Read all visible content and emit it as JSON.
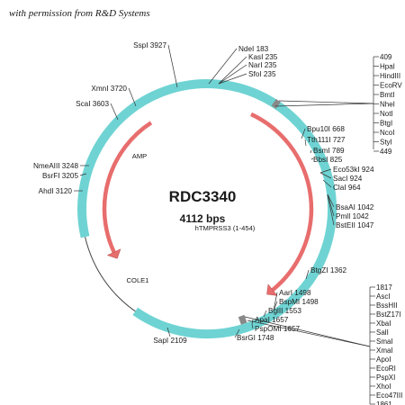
{
  "credit": "with permission from R&D Systems",
  "plasmid": {
    "name": "RDC3340",
    "size": "4112 bps",
    "features": [
      {
        "label": "AMP",
        "type": "arrow",
        "color": "#e86d6d"
      },
      {
        "label": "hTMPRSS3 (1-454)",
        "type": "arrow",
        "color": "#e86d6d"
      },
      {
        "label": "COLE1",
        "type": "box",
        "color": "#6fd3d3"
      }
    ],
    "sites": [
      "NdeI 183",
      "KasI 235",
      "NarI 235",
      "SfoI 235",
      "SspI 3927",
      "XmnI 3720",
      "ScaI 3603",
      "Bpu10I 668",
      "Tth111I 727",
      "BsmI 789",
      "BbsI 825",
      "Eco53kI 924",
      "SacI 924",
      "ClaI 964",
      "BsaAI 1042",
      "PmlI 1042",
      "BstEII 1047",
      "NmeAIII 3248",
      "BsrFI 3205",
      "AhdI 3120",
      "BtgZI 1362",
      "AarI 1498",
      "BspMI 1498",
      "BglII 1553",
      "ApaI 1657",
      "PspOMI 1657",
      "BsrGI 1748",
      "SapI 2109"
    ],
    "mcs_top": [
      "409",
      "HpaI",
      "HindIII",
      "EcoRV",
      "BmtI",
      "NheI",
      "NotI",
      "BtgI",
      "NcoI",
      "StyI",
      "449"
    ],
    "mcs_bottom": [
      "1817",
      "AscI",
      "BssHII",
      "BstZ17I",
      "XbaI",
      "SalI",
      "SmaI",
      "XmaI",
      "ApoI",
      "EcoRI",
      "PspXI",
      "XhoI",
      "Eco47III",
      "1861"
    ]
  }
}
